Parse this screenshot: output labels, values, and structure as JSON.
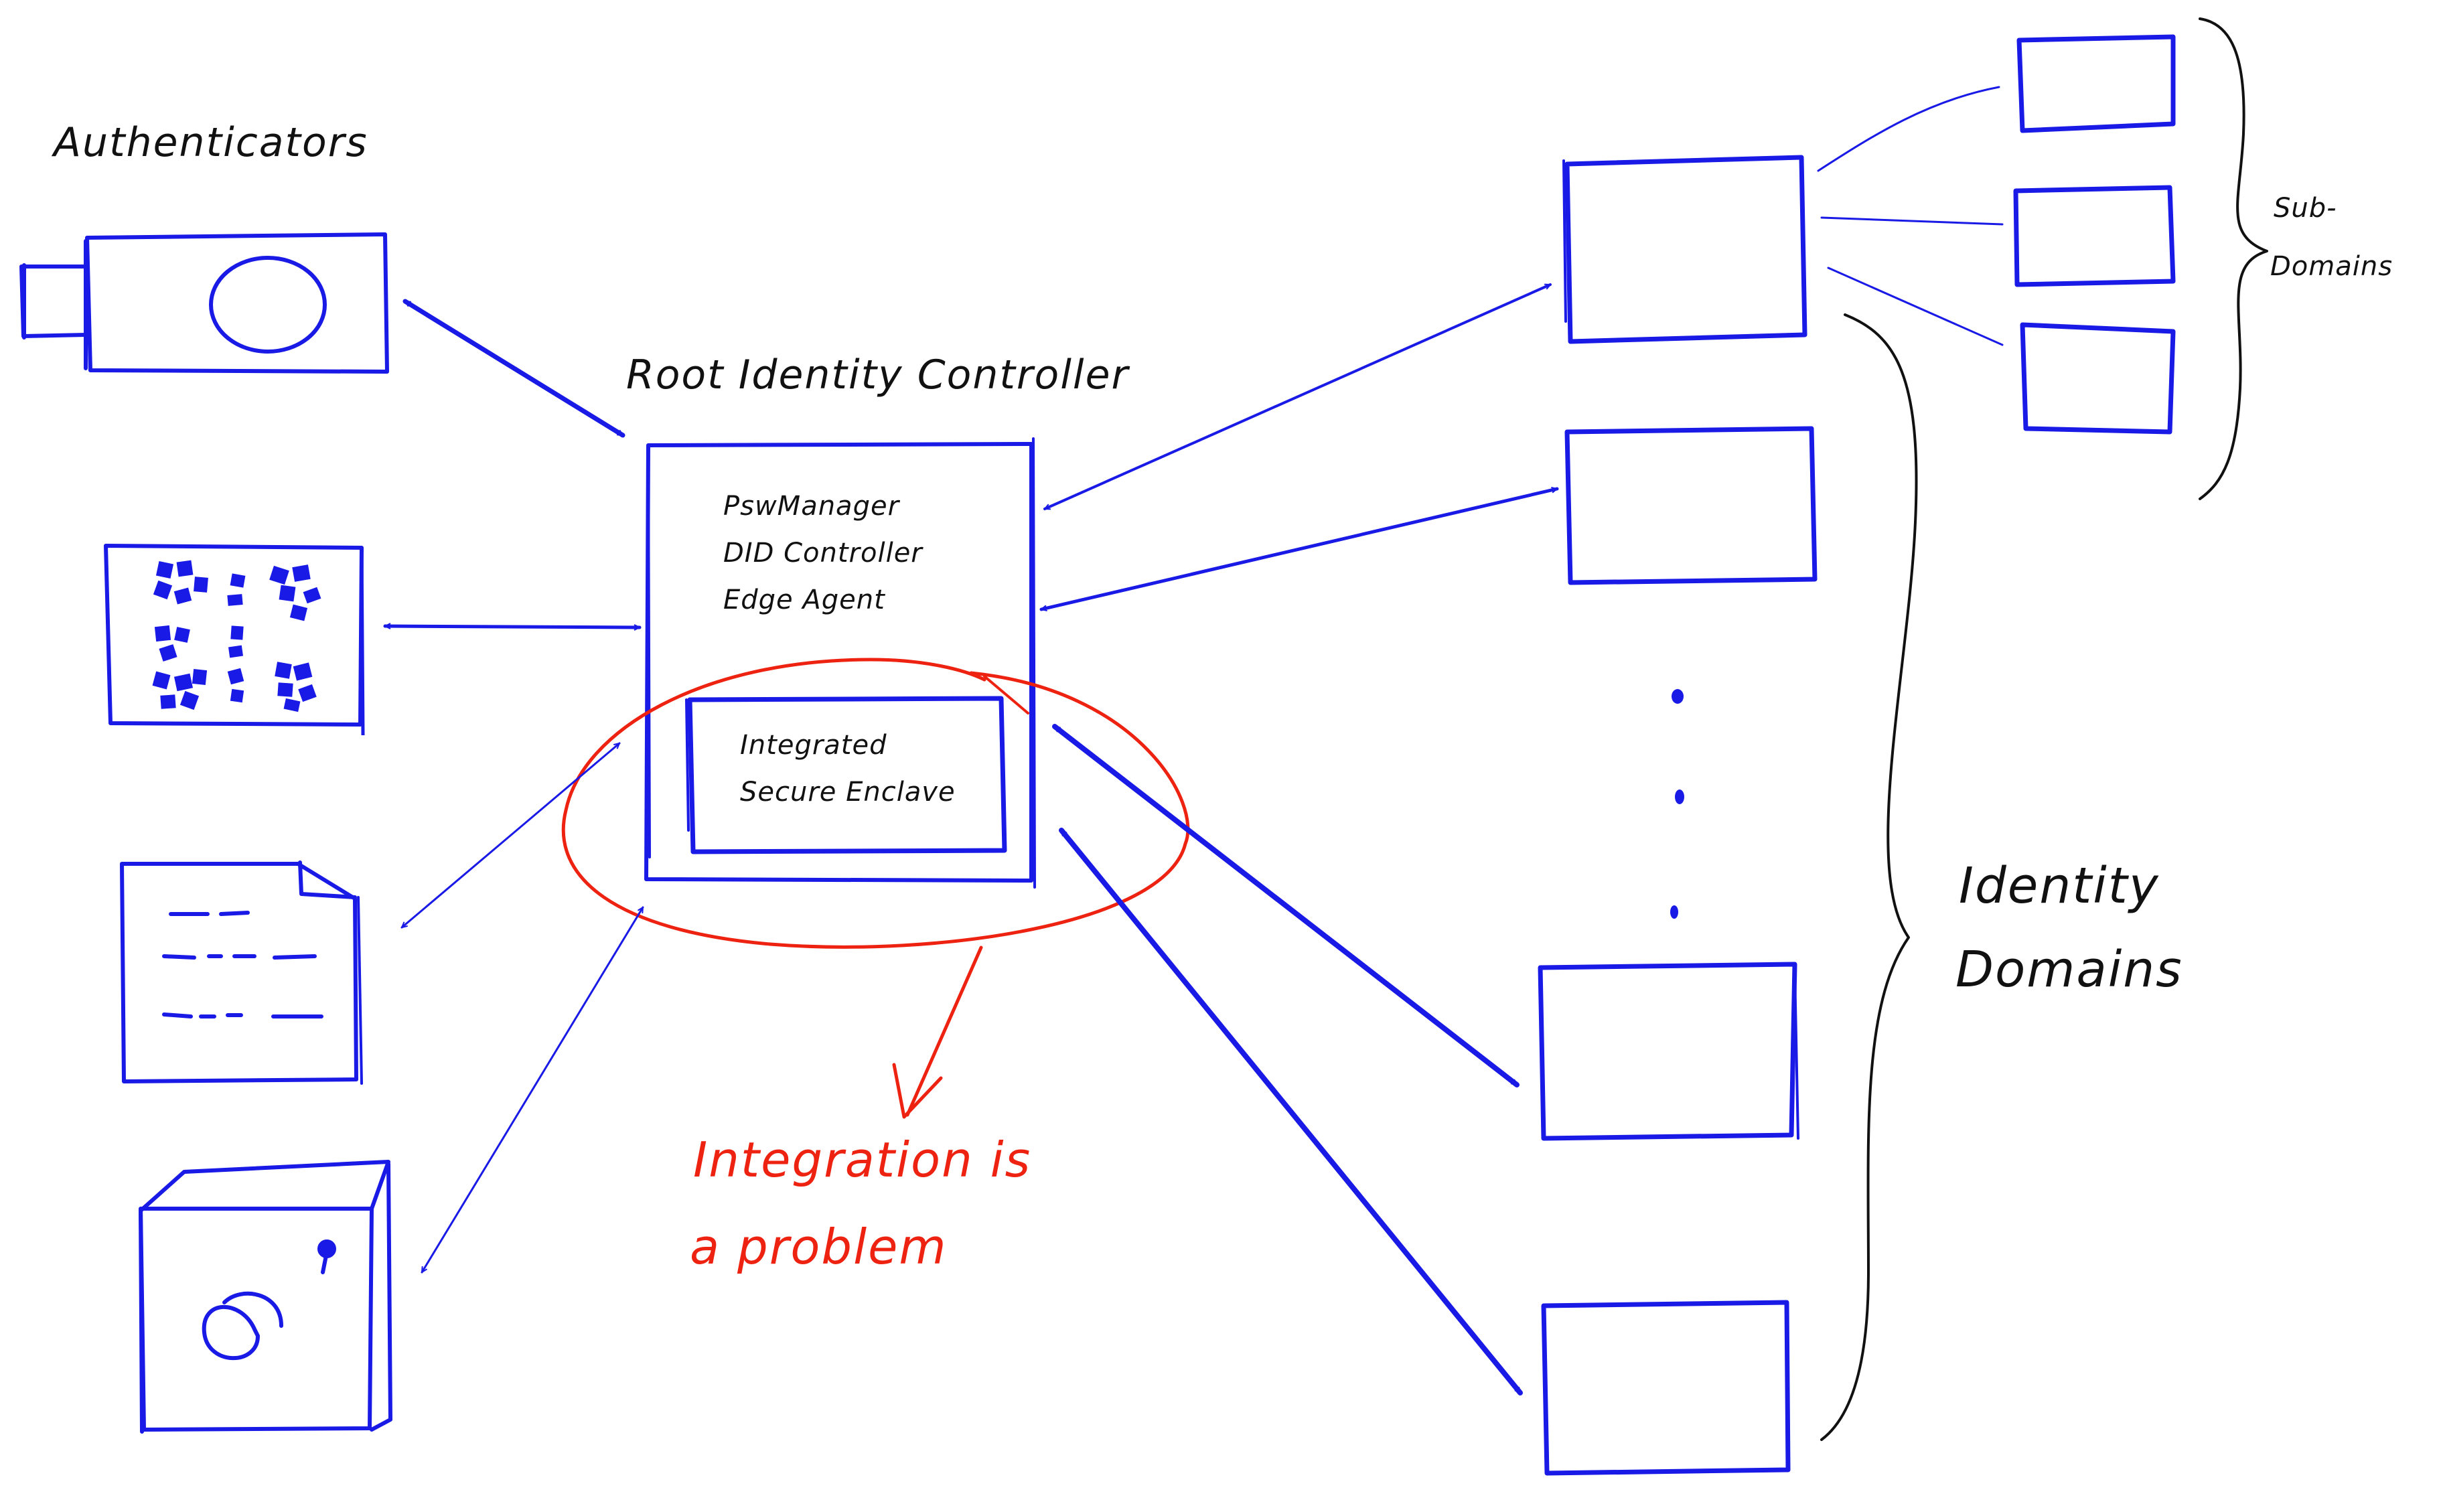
{
  "labels": {
    "authenticators": "Authenticators",
    "root_identity_controller": "Root Identity Controller",
    "controller_lines": [
      "PswManager",
      "DID Controller",
      "Edge Agent"
    ],
    "enclave_lines": [
      "Integrated",
      "Secure Enclave"
    ],
    "identity_domains_lines": [
      "Identity",
      "Domains"
    ],
    "sub_domains_lines": [
      "Sub-",
      "Domains"
    ],
    "problem_lines": [
      "Integration is",
      "a problem"
    ]
  },
  "colors": {
    "ink_blue": "#1a1ae6",
    "ink_black": "#111111",
    "ink_red": "#ee2211",
    "background": "#ffffff"
  },
  "icons": [
    "usb-key-icon",
    "qr-code-icon",
    "document-icon",
    "safe-icon"
  ]
}
